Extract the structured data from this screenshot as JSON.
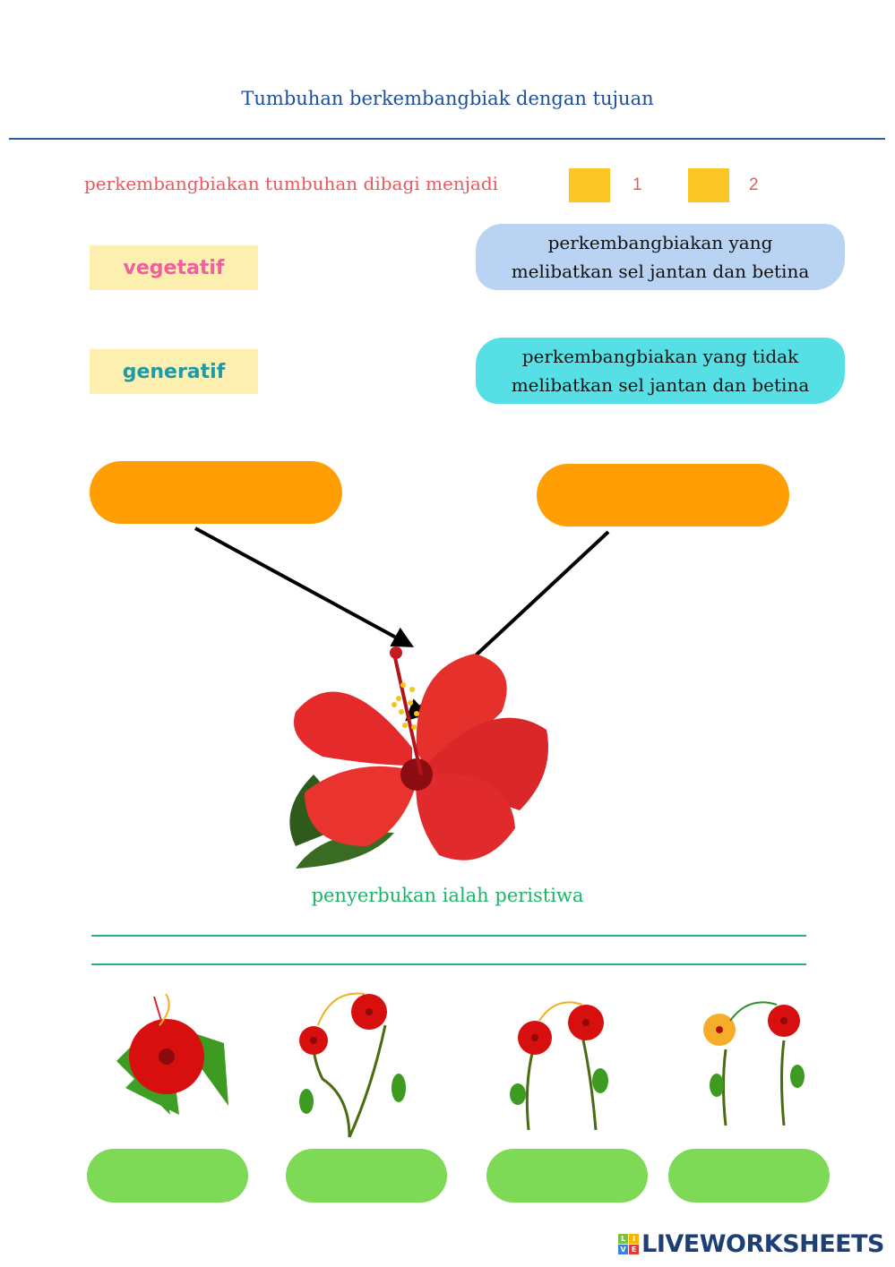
{
  "title": "Tumbuhan berkembangbiak dengan tujuan",
  "lead": {
    "text": "perkembangbiakan tumbuhan dibagi menjadi",
    "answers": [
      {
        "label": "1"
      },
      {
        "label": "2"
      }
    ]
  },
  "terms": [
    {
      "label": "vegetatif",
      "color": "#f0609e"
    },
    {
      "label": "generatif",
      "color": "#1d9aa6"
    }
  ],
  "definitions": [
    {
      "line1": "perkembangbiakan yang",
      "line2": "melibatkan sel jantan dan betina",
      "color": "#b9d3f2"
    },
    {
      "line1": "perkembangbiakan yang tidak",
      "line2": "melibatkan sel jantan dan betina",
      "color": "#57dfe6"
    }
  ],
  "flower_labels": {
    "left_answer": "",
    "right_answer": ""
  },
  "pollination": {
    "prompt": "penyerbukan ialah peristiwa",
    "answer_lines": [
      "",
      ""
    ]
  },
  "pollination_types": [
    {
      "icon": "self-pollination-single-flower-icon",
      "answer": ""
    },
    {
      "icon": "pollination-same-plant-icon",
      "answer": ""
    },
    {
      "icon": "cross-pollination-same-type-icon",
      "answer": ""
    },
    {
      "icon": "cross-pollination-different-type-icon",
      "answer": ""
    }
  ],
  "brand": {
    "text": "LIVEWORKSHEETS",
    "logo": [
      "L",
      "I",
      "V",
      "E"
    ]
  },
  "colors": {
    "orange_box": "#ff9f05",
    "answer_box": "#fbc524",
    "green_pill": "#7ed957"
  }
}
